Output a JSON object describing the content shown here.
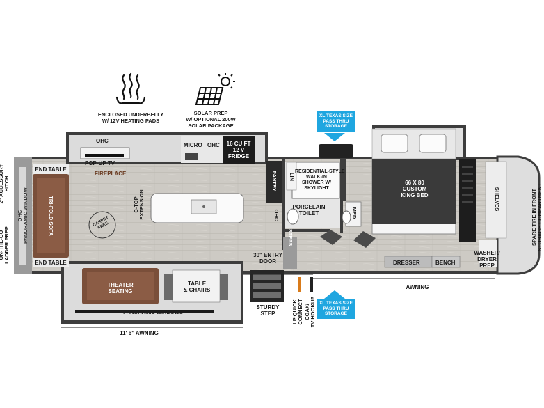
{
  "features": {
    "underbelly": "ENCLOSED UNDERBELLY\nW/ 12V HEATING PADS",
    "solar": "SOLAR PREP\nW/ OPTIONAL 200W\nSOLAR PACKAGE"
  },
  "labels": {
    "ohc_top": "OHC",
    "popup_tv": "POP-UP TV",
    "fireplace": "FIREPLACE",
    "micro": "MICRO",
    "ohc_micro": "OHC",
    "fridge": "16 CU FT\n12 V\nFRIDGE",
    "pantry": "PANTRY",
    "lin": "LIN",
    "shower": "RESIDENTIAL-STYLE\nWALK-IN\nSHOWER W/\nSKYLIGHT",
    "bed": "66 X 80\nCUSTOM\nKING BED",
    "shelves": "SHELVES",
    "washer": "WASHER/\nDRYER\nPREP",
    "dresser": "DRESSER",
    "bench": "BENCH",
    "med": "MED",
    "toilet": "PORCELAIN\nTOILET",
    "ohc_bath": "OHC",
    "steps": "STEPS",
    "ctop": "C-TOP\nEXTENSION",
    "carpet": "CARPET\nFREE",
    "end_table_top": "END TABLE",
    "end_table_bottom": "END TABLE",
    "sofa": "TRI-FOLD SOFA",
    "pano_window_side": "OHC\nPANORAMIC WINDOW",
    "theater": "THEATER\nSEATING",
    "table_chairs": "TABLE\n& CHAIRS",
    "pano_windows": "PANORAMIC WINDOWS",
    "awning_left": "11' 6\" AWNING",
    "entry_door": "30\" ENTRY\nDOOR",
    "sturdy_step": "STURDY\nSTEP",
    "lp": "LP QUICK\nCONNECT",
    "coax": "COAX/\nTV HOOKUP",
    "awning_right": "AWNING",
    "hitch": "2\" ACCESSORY\nHITCH",
    "ladder": "ON-THE-GO\nLADDER PREP",
    "spare_tire": "SPARE TIRE IN FRONT\nSTORAGE COMPARTMENT",
    "pass_thru_top": "XL TEXAS SIZE\nPASS THRU\nSTORAGE",
    "pass_thru_bottom": "XL TEXAS SIZE\nPASS THRU\nSTORAGE"
  },
  "colors": {
    "accent_blue": "#1fa6e0",
    "floor": "#c9c6c0",
    "sofa": "#7a4f3a",
    "wall": "#3a3a3a"
  }
}
